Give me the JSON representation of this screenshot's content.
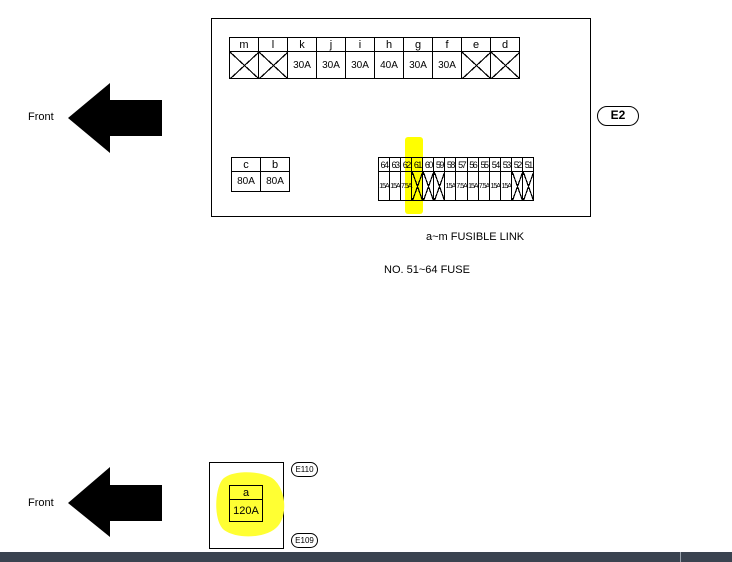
{
  "top_diagram": {
    "front_label": "Front",
    "connector": "E2",
    "fusible_links": {
      "headers": [
        "m",
        "l",
        "k",
        "j",
        "i",
        "h",
        "g",
        "f",
        "e",
        "d"
      ],
      "values": [
        "",
        "",
        "30A",
        "30A",
        "30A",
        "40A",
        "30A",
        "30A",
        "",
        ""
      ]
    },
    "main_links": {
      "headers": [
        "c",
        "b"
      ],
      "values": [
        "80A",
        "80A"
      ]
    },
    "fuses": {
      "headers": [
        "64",
        "63",
        "62",
        "61",
        "60",
        "59",
        "58",
        "57",
        "56",
        "55",
        "54",
        "53",
        "52",
        "51"
      ],
      "values": [
        "15A",
        "15A",
        "7.5A",
        "",
        "",
        "",
        "15A",
        "7.5A",
        "15A",
        "7.5A",
        "15A",
        "15A",
        "",
        ""
      ]
    },
    "caption_links": "a~m FUSIBLE LINK",
    "caption_fuses": "NO. 51~64 FUSE",
    "highlight_color": "#ffff00"
  },
  "bottom_diagram": {
    "front_label": "Front",
    "link_header": "a",
    "link_value": "120A",
    "connector_top": "E110",
    "connector_bottom": "E109",
    "highlight_color": "#ffff33"
  }
}
